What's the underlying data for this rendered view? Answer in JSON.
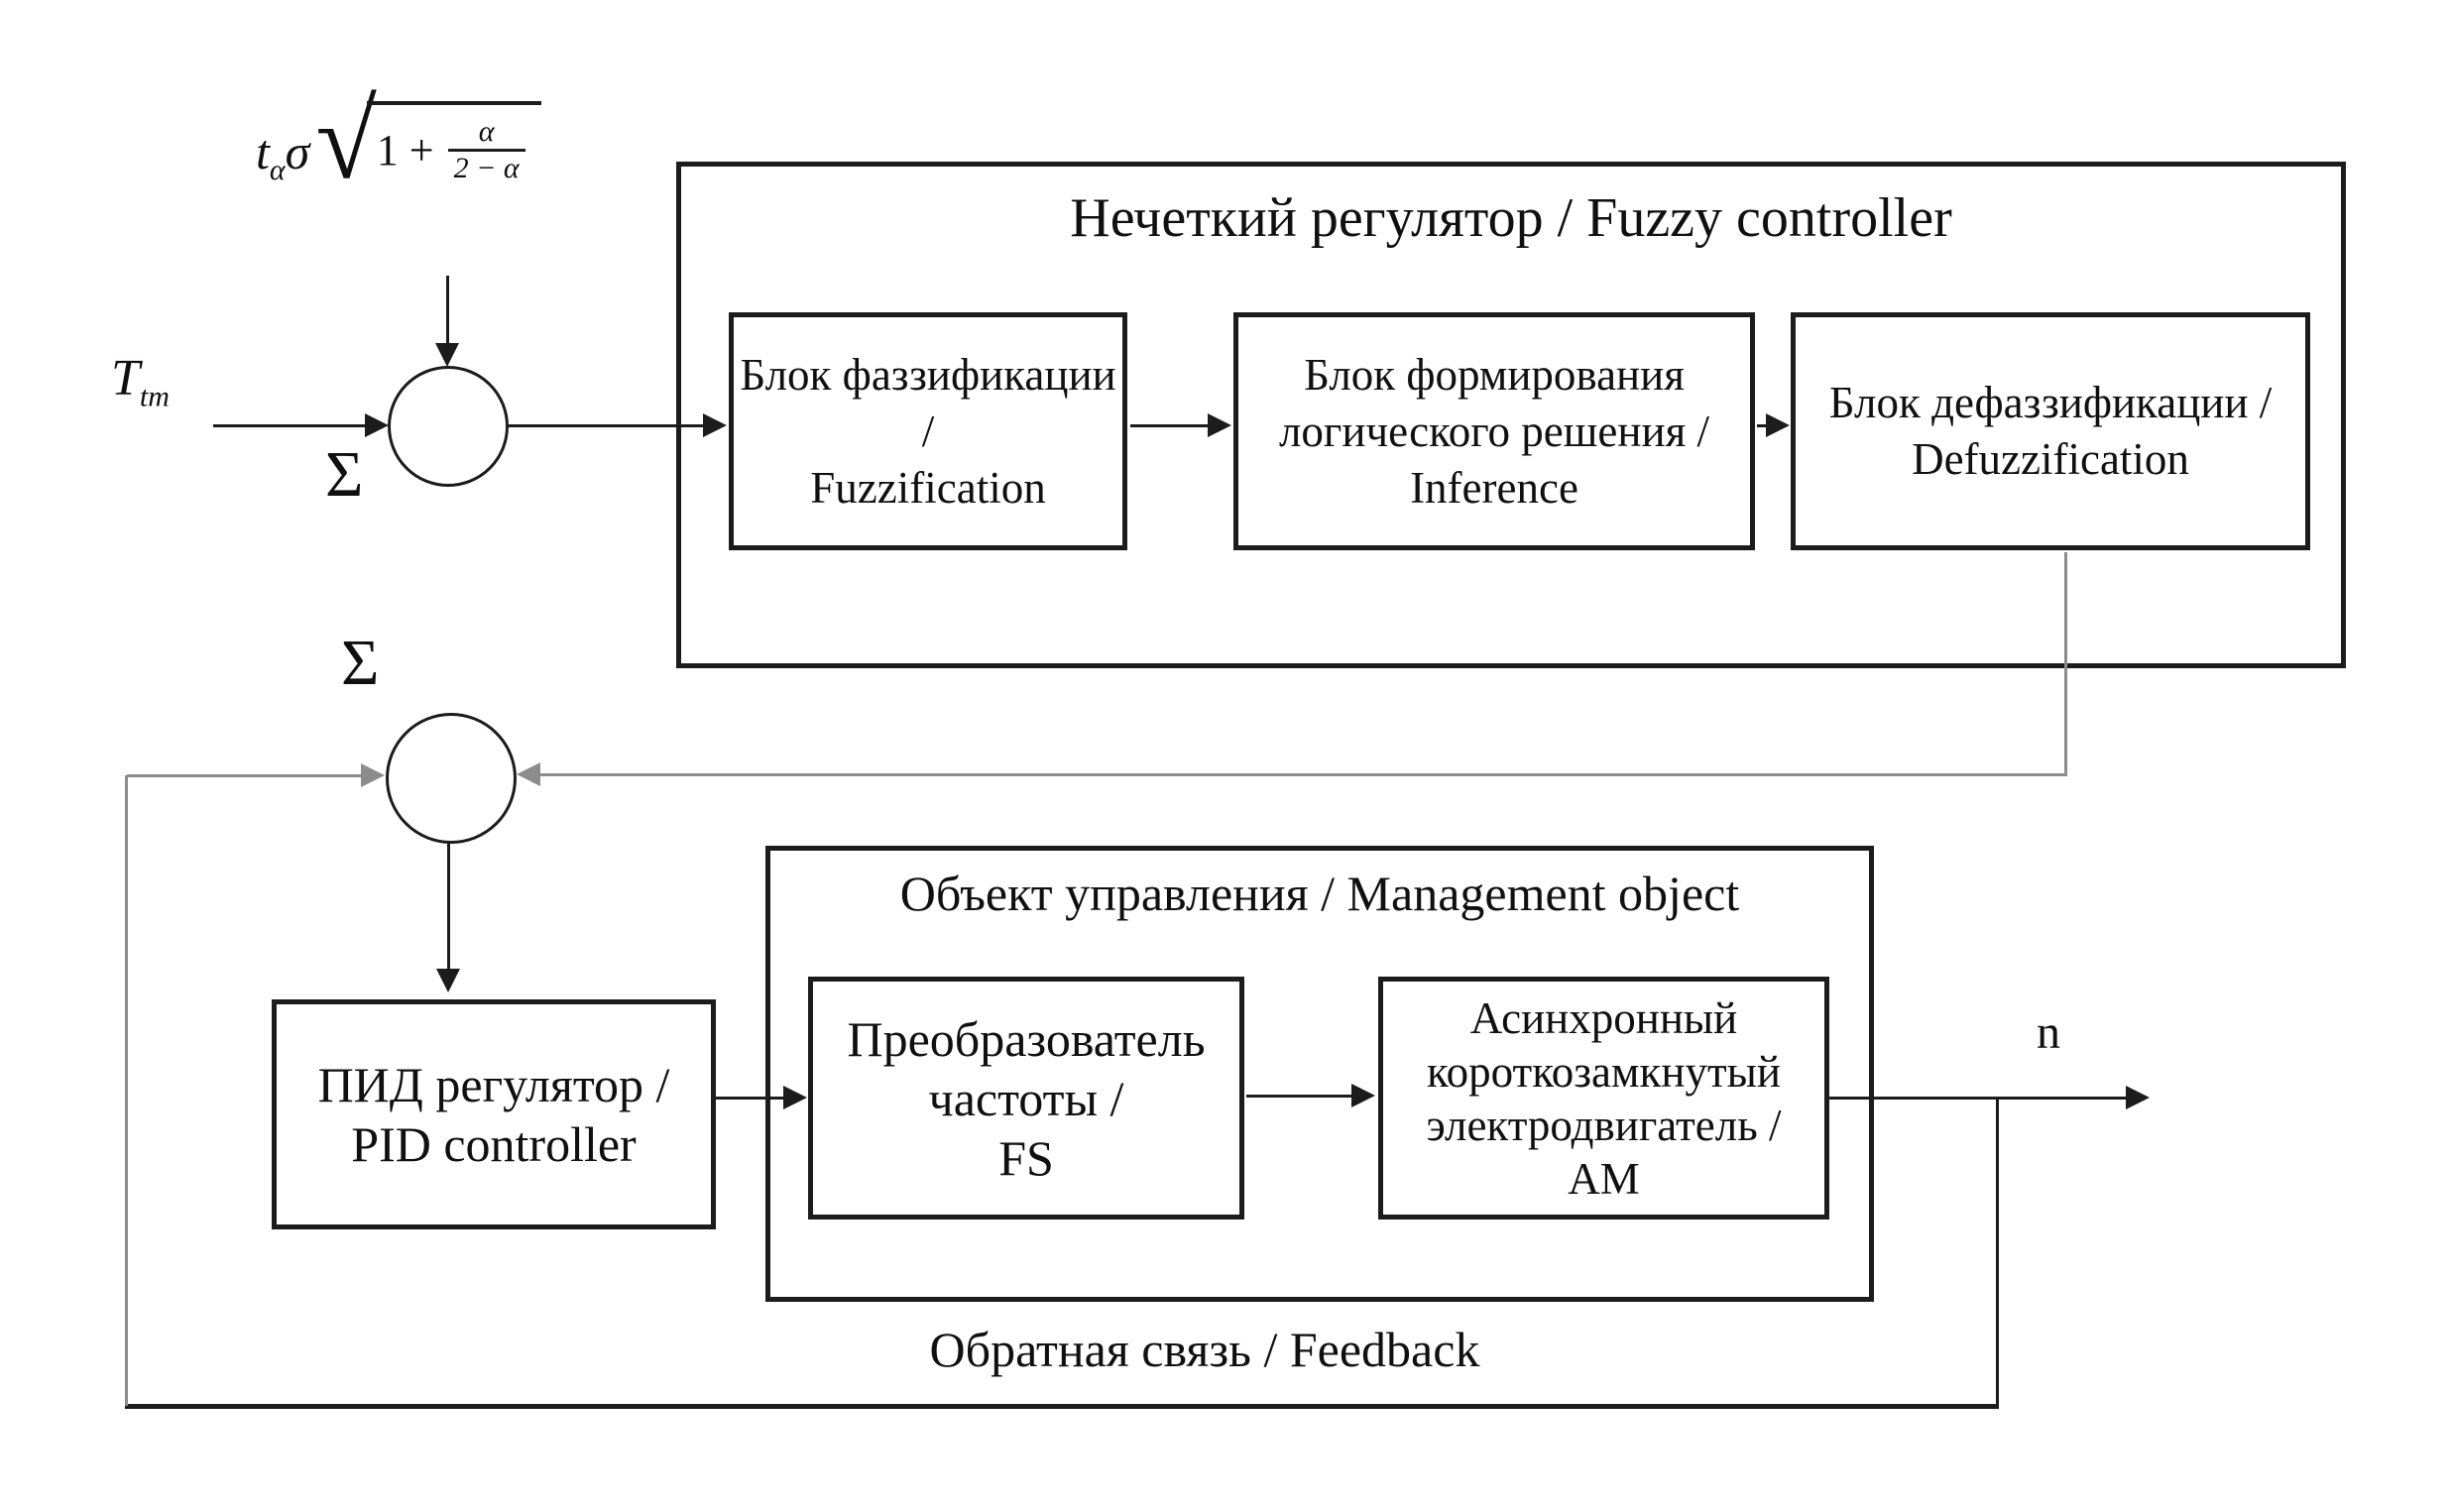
{
  "diagram": {
    "colors": {
      "line": "#1c1c1c",
      "gray_line": "#8c8c8c",
      "text": "#101010",
      "background": "#ffffff"
    },
    "formula": {
      "t_base": "t",
      "t_subscript": "α",
      "sigma": "σ",
      "radical_sign": "√",
      "radicand_prefix": "1 +",
      "fraction_numerator": "α",
      "fraction_denominator": "2 − α"
    },
    "input_signal": {
      "base": "T",
      "subscript": "tm"
    },
    "summator1_label": "Σ",
    "summator2_label": "Σ",
    "fuzzy_controller": {
      "title": "Нечеткий регулятор / Fuzzy controller",
      "fuzzification": {
        "lines": [
          "Блок фаззификации /",
          "Fuzzification"
        ]
      },
      "inference": {
        "lines": [
          "Блок формирования",
          "логического решения /",
          "Inference"
        ]
      },
      "defuzzification": {
        "lines": [
          "Блок дефаззификации /",
          "Defuzzification"
        ]
      }
    },
    "pid_controller": {
      "lines": [
        "ПИД регулятор /",
        "PID controller"
      ]
    },
    "management_object": {
      "title": "Объект управления / Management object",
      "frequency_converter": {
        "lines": [
          "Преобразователь",
          "частоты /",
          "FS"
        ]
      },
      "induction_motor": {
        "lines": [
          "Асинхронный",
          "короткозамкнутый",
          "электродвигатель /",
          "АМ"
        ]
      }
    },
    "feedback_label": "Обратная связь / Feedback",
    "output_label": "n"
  }
}
